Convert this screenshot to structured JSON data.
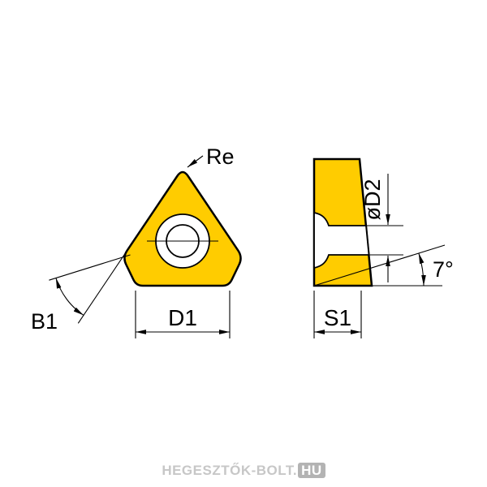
{
  "front_view": {
    "labels": {
      "corner_radius": "Re",
      "width": "D1",
      "angle": "B1"
    }
  },
  "side_view": {
    "labels": {
      "hole_diameter": "øD2",
      "clearance_angle": "7°",
      "thickness": "S1"
    }
  },
  "colors": {
    "insert_fill": "#FFCC00",
    "outline": "#000000",
    "background": "#FFFFFF"
  },
  "watermark": {
    "name": "HEGESZTŐK-BOLT",
    "separator": ".",
    "tld": "HU"
  }
}
